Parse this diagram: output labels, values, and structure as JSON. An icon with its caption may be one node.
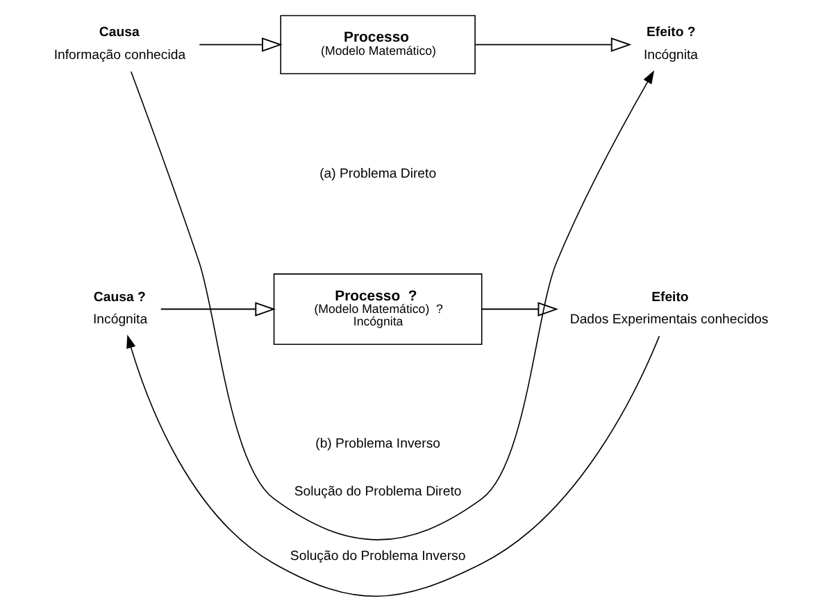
{
  "diagram": {
    "nodes": [
      {
        "text": [
          "Causa"
        ],
        "beside": [
          "Informação conhecida"
        ]
      },
      {
        "text": [
          "Processo",
          "(Modelo Matemático)"
        ]
      },
      {
        "text": [
          "Efeito ?"
        ],
        "beside": [
          "Incógnita"
        ]
      },
      {
        "text": [
          "Causa ?"
        ],
        "beside": [
          "Incógnita"
        ]
      },
      {
        "text": [
          "Processo  ?",
          "(Modelo Matemático)  ?",
          "Incógnita"
        ]
      },
      {
        "text": [
          "Efeito"
        ],
        "beside": [
          "Dados Experimentais conhecidos"
        ]
      }
    ],
    "edges": [
      {
        "from": 0,
        "to": 1,
        "arrow": "to"
      },
      {
        "from": 1,
        "to": 2,
        "arrow": "to"
      },
      {
        "from": 0,
        "to": 2,
        "arrow": "to",
        "label": "Solução do Problema Direto"
      },
      {
        "from": 3,
        "to": 4,
        "arrow": "to"
      },
      {
        "from": 4,
        "to": 5,
        "arrow": "to"
      },
      {
        "from": 5,
        "to": 3,
        "arrow": "to",
        "label": "Solução do Problema Inverso"
      }
    ],
    "labels": [
      "(a) Problema Direto",
      "(b) Problema Inverso"
    ]
  }
}
